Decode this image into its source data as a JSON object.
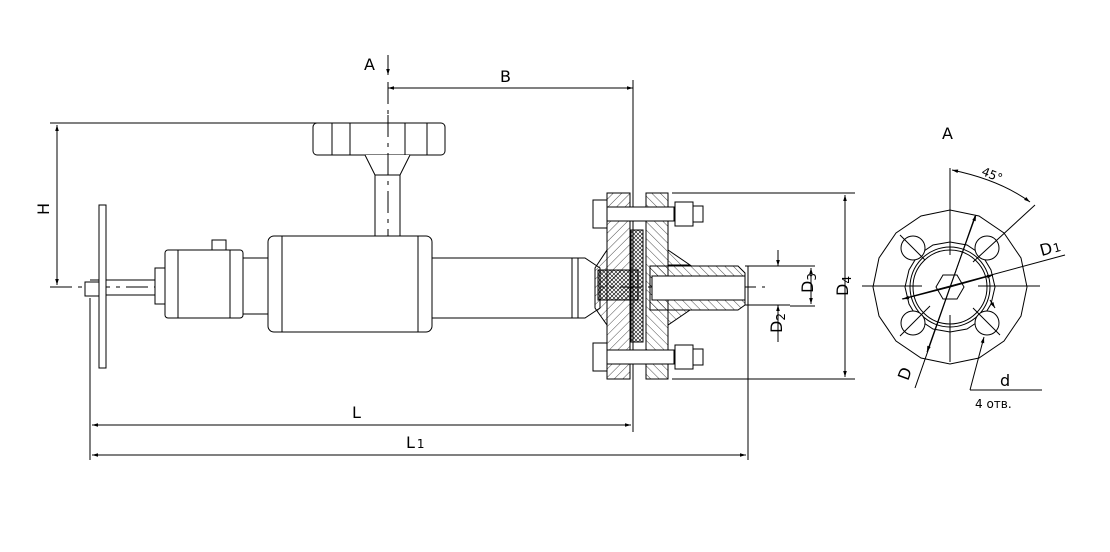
{
  "drawing": {
    "section_mark": "A",
    "view_title": "A",
    "dimensions": {
      "B": "B",
      "H": "H",
      "L": "L",
      "L1": "L",
      "L1_sub": "1",
      "D2": "D",
      "D2_sub": "2",
      "D3": "D",
      "D3_sub": "3",
      "D4": "D",
      "D4_sub": "4",
      "D": "D",
      "D1": "D",
      "D1_sub": "1",
      "angle": "45°",
      "hole_d": "d",
      "hole_count": "4 отв."
    }
  }
}
